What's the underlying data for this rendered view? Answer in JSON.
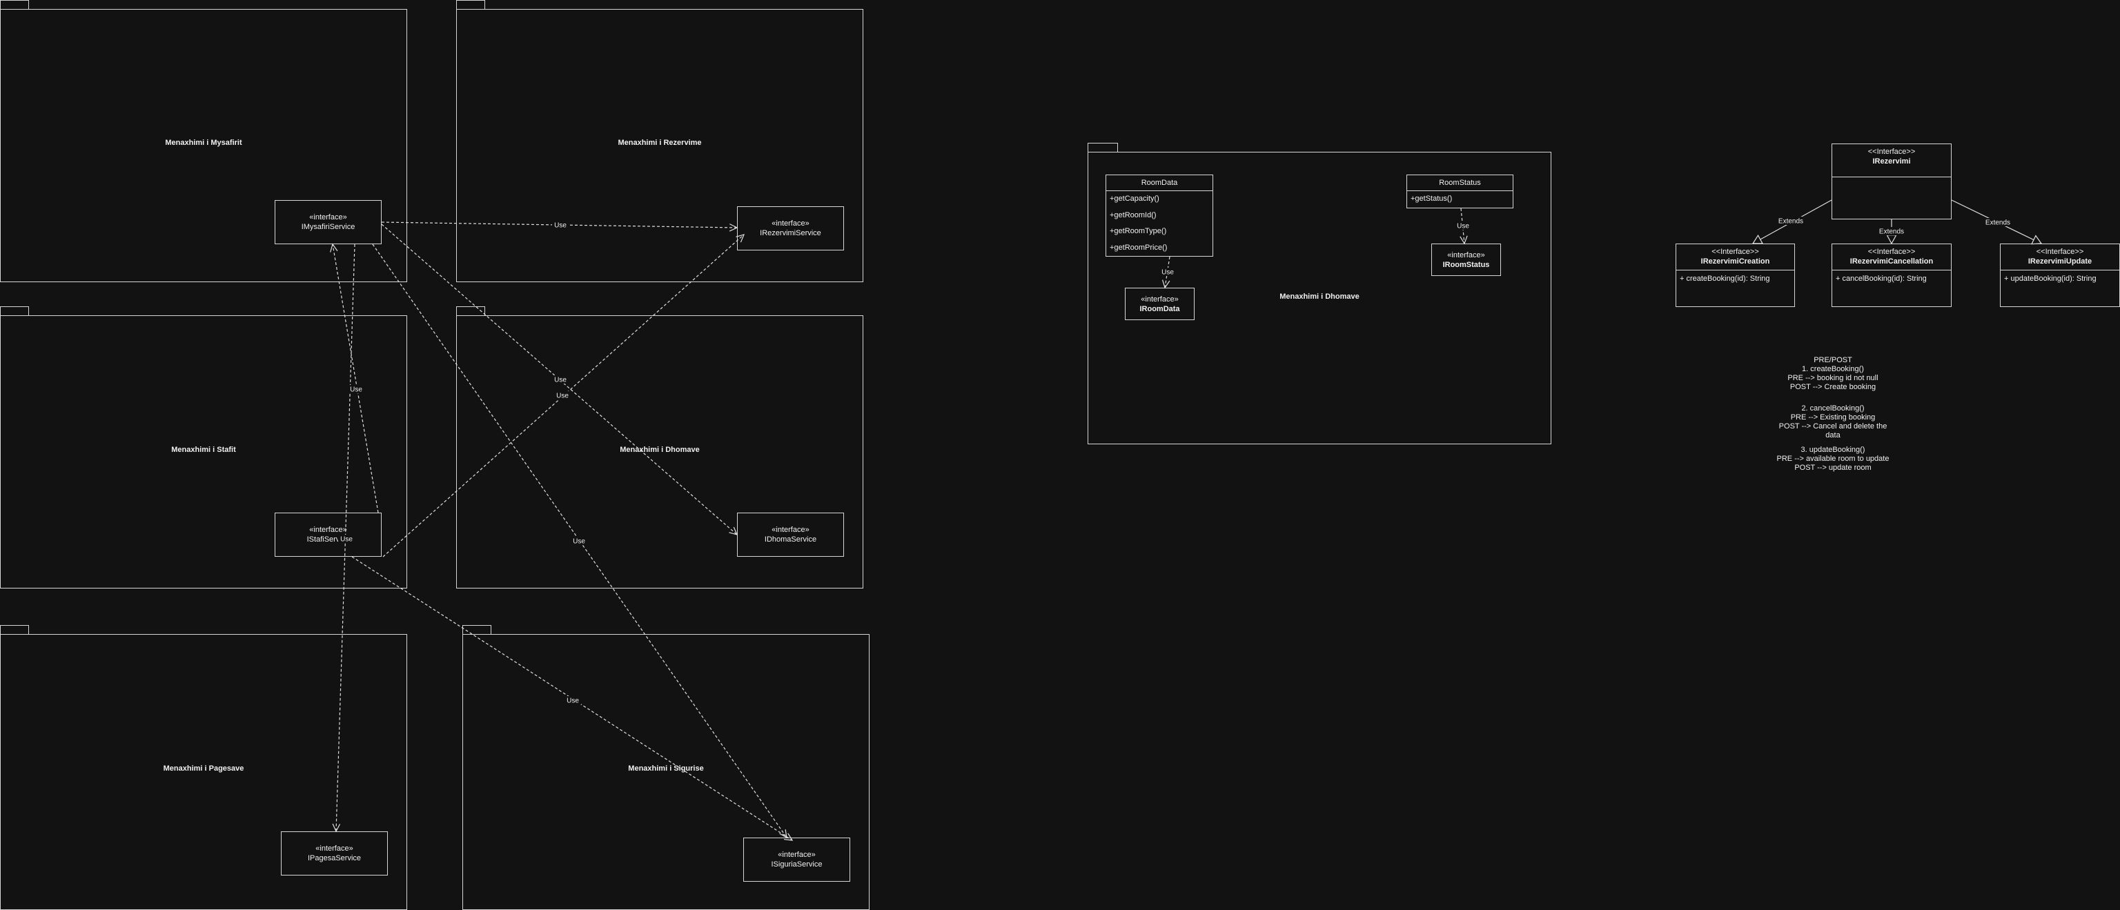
{
  "packages": {
    "mysafirit": "Menaxhimi i Mysafirit",
    "rezervime": "Menaxhimi i Rezervime",
    "stafit": "Menaxhimi i Stafit",
    "dhomave_left": "Menaxhimi i Dhomave",
    "pagesave": "Menaxhimi i Pagesave",
    "sigurise": "Menaxhimi i Sigurise",
    "dhomave_right": "Menaxhimi i Dhomave"
  },
  "stereotype": "«interface»",
  "interfaces": {
    "mysafiri": "IMysafiriService",
    "rezervimi": "IRezervimiService",
    "stafi": "IStafiService",
    "dhoma": "IDhomaService",
    "pagesa": "IPagesaService",
    "siguria": "ISiguriaService",
    "roomdata": "IRoomData",
    "roomstatus": "IRoomStatus"
  },
  "classes": {
    "roomdata": {
      "name": "RoomData",
      "methods": [
        "+getCapacity()",
        "+getRoomId()",
        "+getRoomType()",
        "+getRoomPrice()"
      ]
    },
    "roomstatus": {
      "name": "RoomStatus",
      "methods": [
        "+getStatus()"
      ]
    }
  },
  "uml": {
    "stereotype": "<<Interface>>",
    "parent": {
      "name": "IRezervimi"
    },
    "creation": {
      "name": "IRezervimiCreation",
      "method": "+ createBooking(id): String"
    },
    "cancellation": {
      "name": "IRezervimiCancellation",
      "method": "+ cancelBooking(id): String"
    },
    "update": {
      "name": "IRezervimiUpdate",
      "method": "+ updateBooking(id): String"
    }
  },
  "edge_labels": {
    "use": "Use",
    "extends": "Extends"
  },
  "notes": [
    [
      "PRE/POST",
      "1. createBooking()",
      "PRE --> booking id not null",
      "POST --> Create booking"
    ],
    [
      "2. cancelBooking()",
      "PRE --> Existing booking",
      "POST --> Cancel and delete the data"
    ],
    [
      "3. updateBooking()",
      "PRE --> available room to update",
      "POST --> update room"
    ]
  ]
}
